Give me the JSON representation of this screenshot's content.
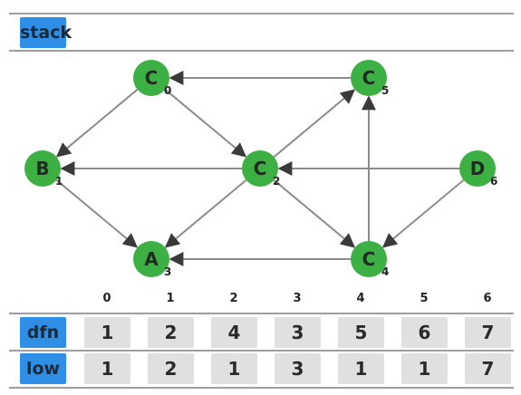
{
  "stack_label": "stack",
  "nodes": [
    {
      "label": "C",
      "index": "0"
    },
    {
      "label": "B",
      "index": "1"
    },
    {
      "label": "C",
      "index": "2"
    },
    {
      "label": "A",
      "index": "3"
    },
    {
      "label": "C",
      "index": "4"
    },
    {
      "label": "C",
      "index": "5"
    },
    {
      "label": "D",
      "index": "6"
    }
  ],
  "edges": [
    {
      "from": 0,
      "to": 1
    },
    {
      "from": 0,
      "to": 2
    },
    {
      "from": 5,
      "to": 0
    },
    {
      "from": 2,
      "to": 1
    },
    {
      "from": 1,
      "to": 3
    },
    {
      "from": 2,
      "to": 3
    },
    {
      "from": 2,
      "to": 5
    },
    {
      "from": 2,
      "to": 4
    },
    {
      "from": 4,
      "to": 3
    },
    {
      "from": 4,
      "to": 5
    },
    {
      "from": 6,
      "to": 2
    },
    {
      "from": 6,
      "to": 4
    }
  ],
  "table": {
    "columns": [
      "0",
      "1",
      "2",
      "3",
      "4",
      "5",
      "6"
    ],
    "dfn_label": "dfn",
    "low_label": "low",
    "dfn": [
      "1",
      "2",
      "4",
      "3",
      "5",
      "6",
      "7"
    ],
    "low": [
      "1",
      "2",
      "1",
      "3",
      "1",
      "1",
      "7"
    ]
  },
  "colors": {
    "node_fill": "#3cb043",
    "edge": "#8c8c8c",
    "tag": "#2f8fe6",
    "cell": "#e0e0e0"
  }
}
